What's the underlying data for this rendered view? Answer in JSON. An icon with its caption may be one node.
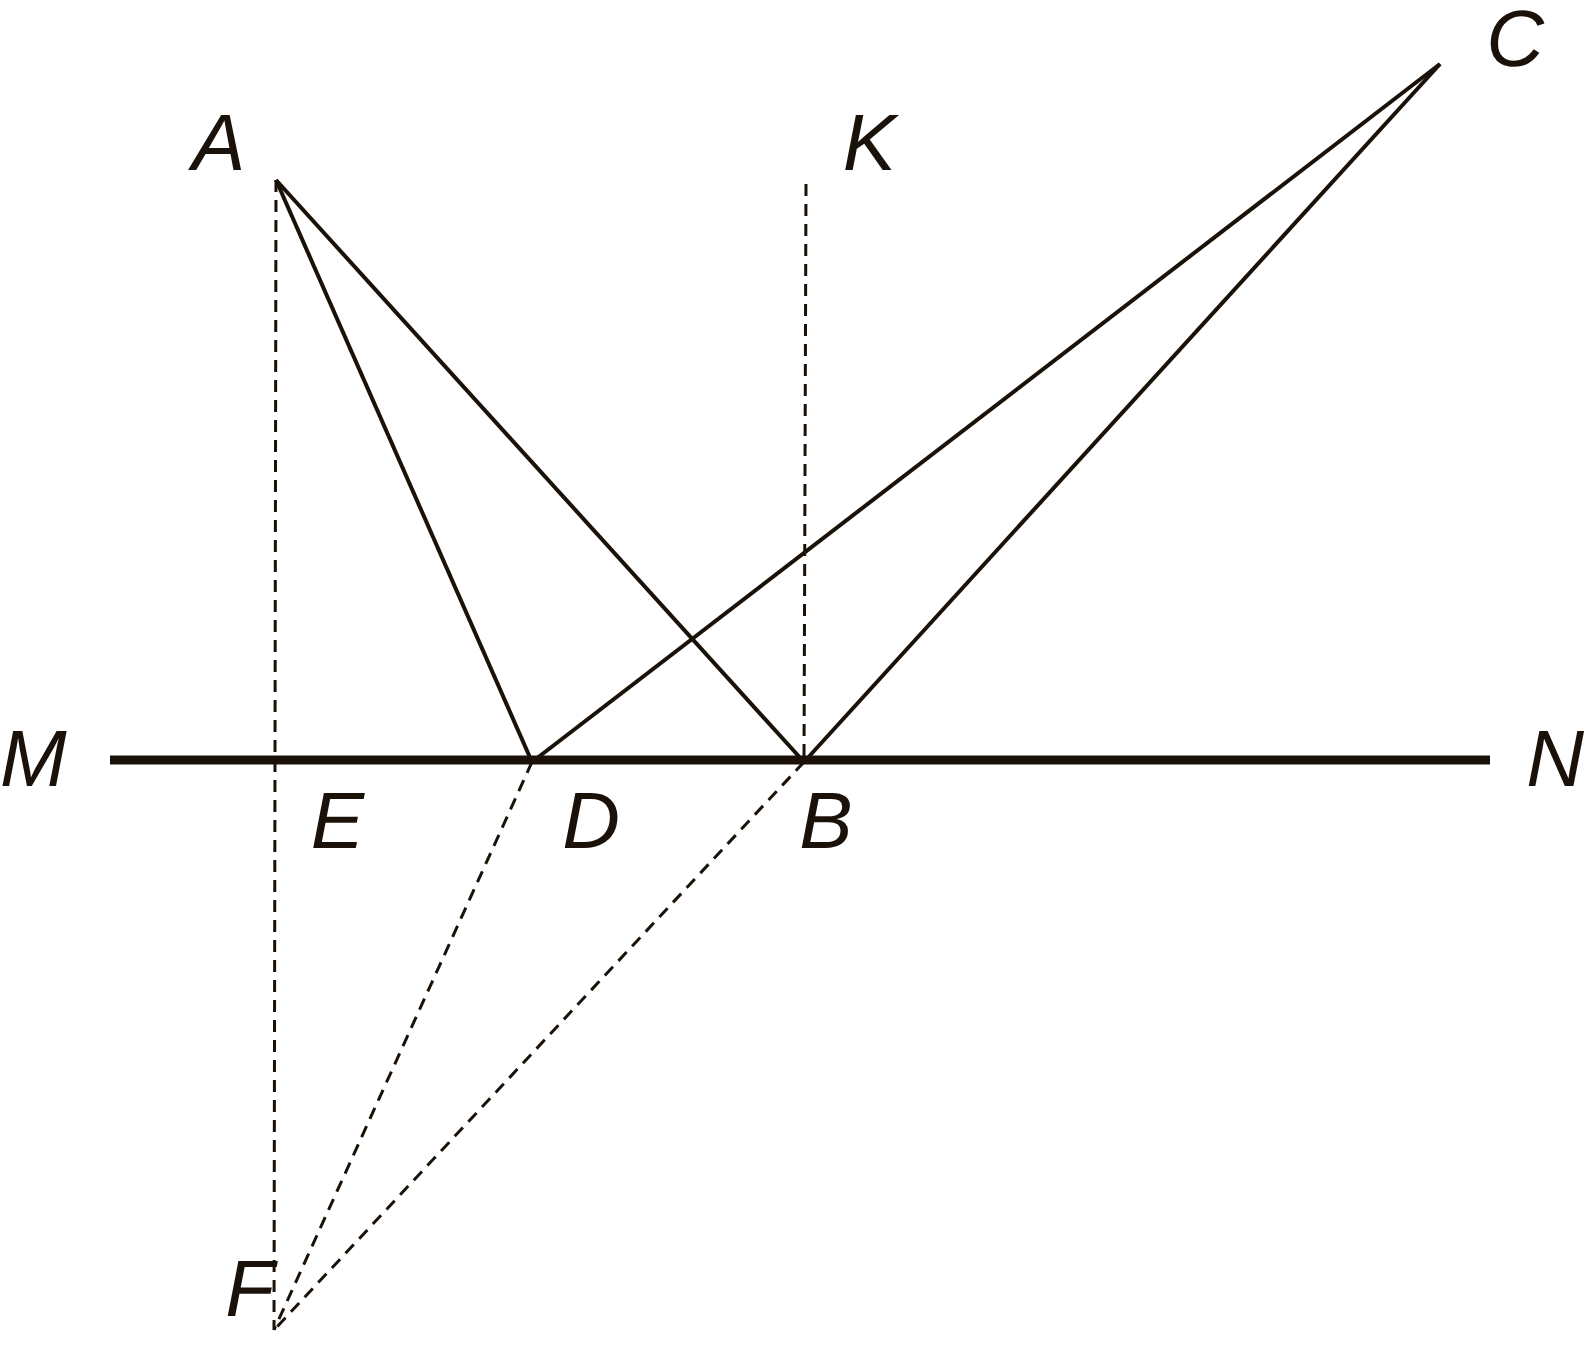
{
  "diagram": {
    "nodes": [
      {
        "text": [
          "A"
        ]
      },
      {
        "text": [
          "K"
        ]
      },
      {
        "text": [
          "C"
        ]
      },
      {
        "text": [
          "M"
        ]
      },
      {
        "text": [
          "E"
        ]
      },
      {
        "text": [
          "D"
        ]
      },
      {
        "text": [
          "B"
        ]
      },
      {
        "text": [
          "N"
        ]
      },
      {
        "text": [
          "F"
        ]
      }
    ],
    "edges": [
      {
        "from": 0,
        "to": 5,
        "arrow": "none"
      },
      {
        "from": 0,
        "to": 6,
        "arrow": "none"
      },
      {
        "from": 2,
        "to": 5,
        "arrow": "none"
      },
      {
        "from": 2,
        "to": 6,
        "arrow": "none"
      },
      {
        "from": 3,
        "to": 7,
        "arrow": "none",
        "style": "thick"
      },
      {
        "from": 0,
        "to": 8,
        "arrow": "none",
        "style": "dashed"
      },
      {
        "from": 1,
        "to": 6,
        "arrow": "none",
        "style": "dashed"
      },
      {
        "from": 5,
        "to": 8,
        "arrow": "none",
        "style": "dashed"
      },
      {
        "from": 6,
        "to": 8,
        "arrow": "none",
        "style": "dashed"
      }
    ]
  }
}
